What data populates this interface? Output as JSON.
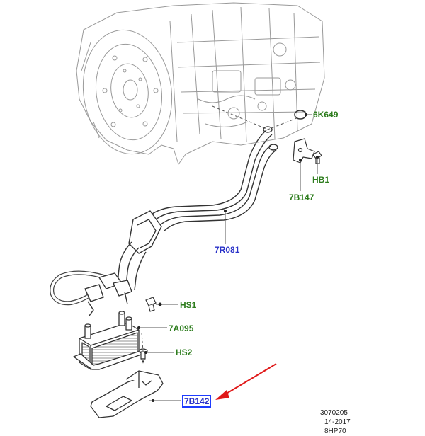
{
  "labels": {
    "p6K649": "6K649",
    "pHB1": "HB1",
    "p7B147": "7B147",
    "p7R081": "7R081",
    "pHS1": "HS1",
    "p7A095": "7A095",
    "pHS2": "HS2",
    "p7B142": "7B142"
  },
  "footer": {
    "ref": "3070205",
    "date": "14-2017",
    "model": "8HP70"
  },
  "colors": {
    "part_green": "#2e7d1e",
    "part_blue": "#2a32c8",
    "highlight": "#1e3cff",
    "arrow": "#e01818",
    "line": "#555555"
  }
}
